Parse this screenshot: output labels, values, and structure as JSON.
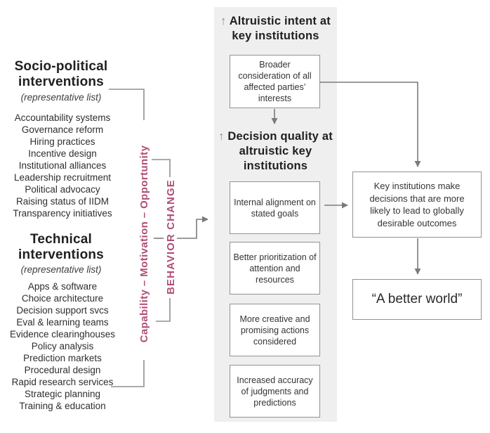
{
  "colors": {
    "accent_pink": "#b04f78",
    "panel_gray": "#efefef",
    "line_gray": "#7b7b7b",
    "bracket_gray": "#8f8f8f",
    "box_border": "#929292"
  },
  "left": {
    "socio": {
      "title": "Socio-political interventions",
      "subtitle": "(representative list)",
      "items": [
        "Accountability systems",
        "Governance reform",
        "Hiring practices",
        "Incentive design",
        "Institutional alliances",
        "Leadership recruitment",
        "Political advocacy",
        "Raising status of IIDM",
        "Transparency initiatives"
      ]
    },
    "technical": {
      "title": "Technical interventions",
      "subtitle": "(representative list)",
      "items": [
        "Apps & software",
        "Choice architecture",
        "Decision support svcs",
        "Eval & learning teams",
        "Evidence clearinghouses",
        "Policy analysis",
        "Prediction markets",
        "Procedural design",
        "Rapid research services",
        "Strategic planning",
        "Training & education"
      ]
    }
  },
  "behavior_change": {
    "com_label": "Capability – Motivation – Opportunity",
    "label": "BEHAVIOR CHANGE"
  },
  "middle": {
    "heading1": {
      "arrow": "↑",
      "text": "Altruistic intent at key institutions"
    },
    "broader_box": "Broader consideration of all affected parties’ interests",
    "heading2": {
      "arrow": "↑",
      "text": "Decision quality at altruistic key institutions"
    },
    "boxes": [
      "Internal alignment on stated goals",
      "Better prioritization of attention and resources",
      "More creative and promising actions considered",
      "Increased accuracy of judgments and predictions"
    ]
  },
  "right": {
    "outcome_box": "Key institutions make decisions that are more likely to lead to globally desirable outcomes",
    "better_world": "“A better world”"
  }
}
